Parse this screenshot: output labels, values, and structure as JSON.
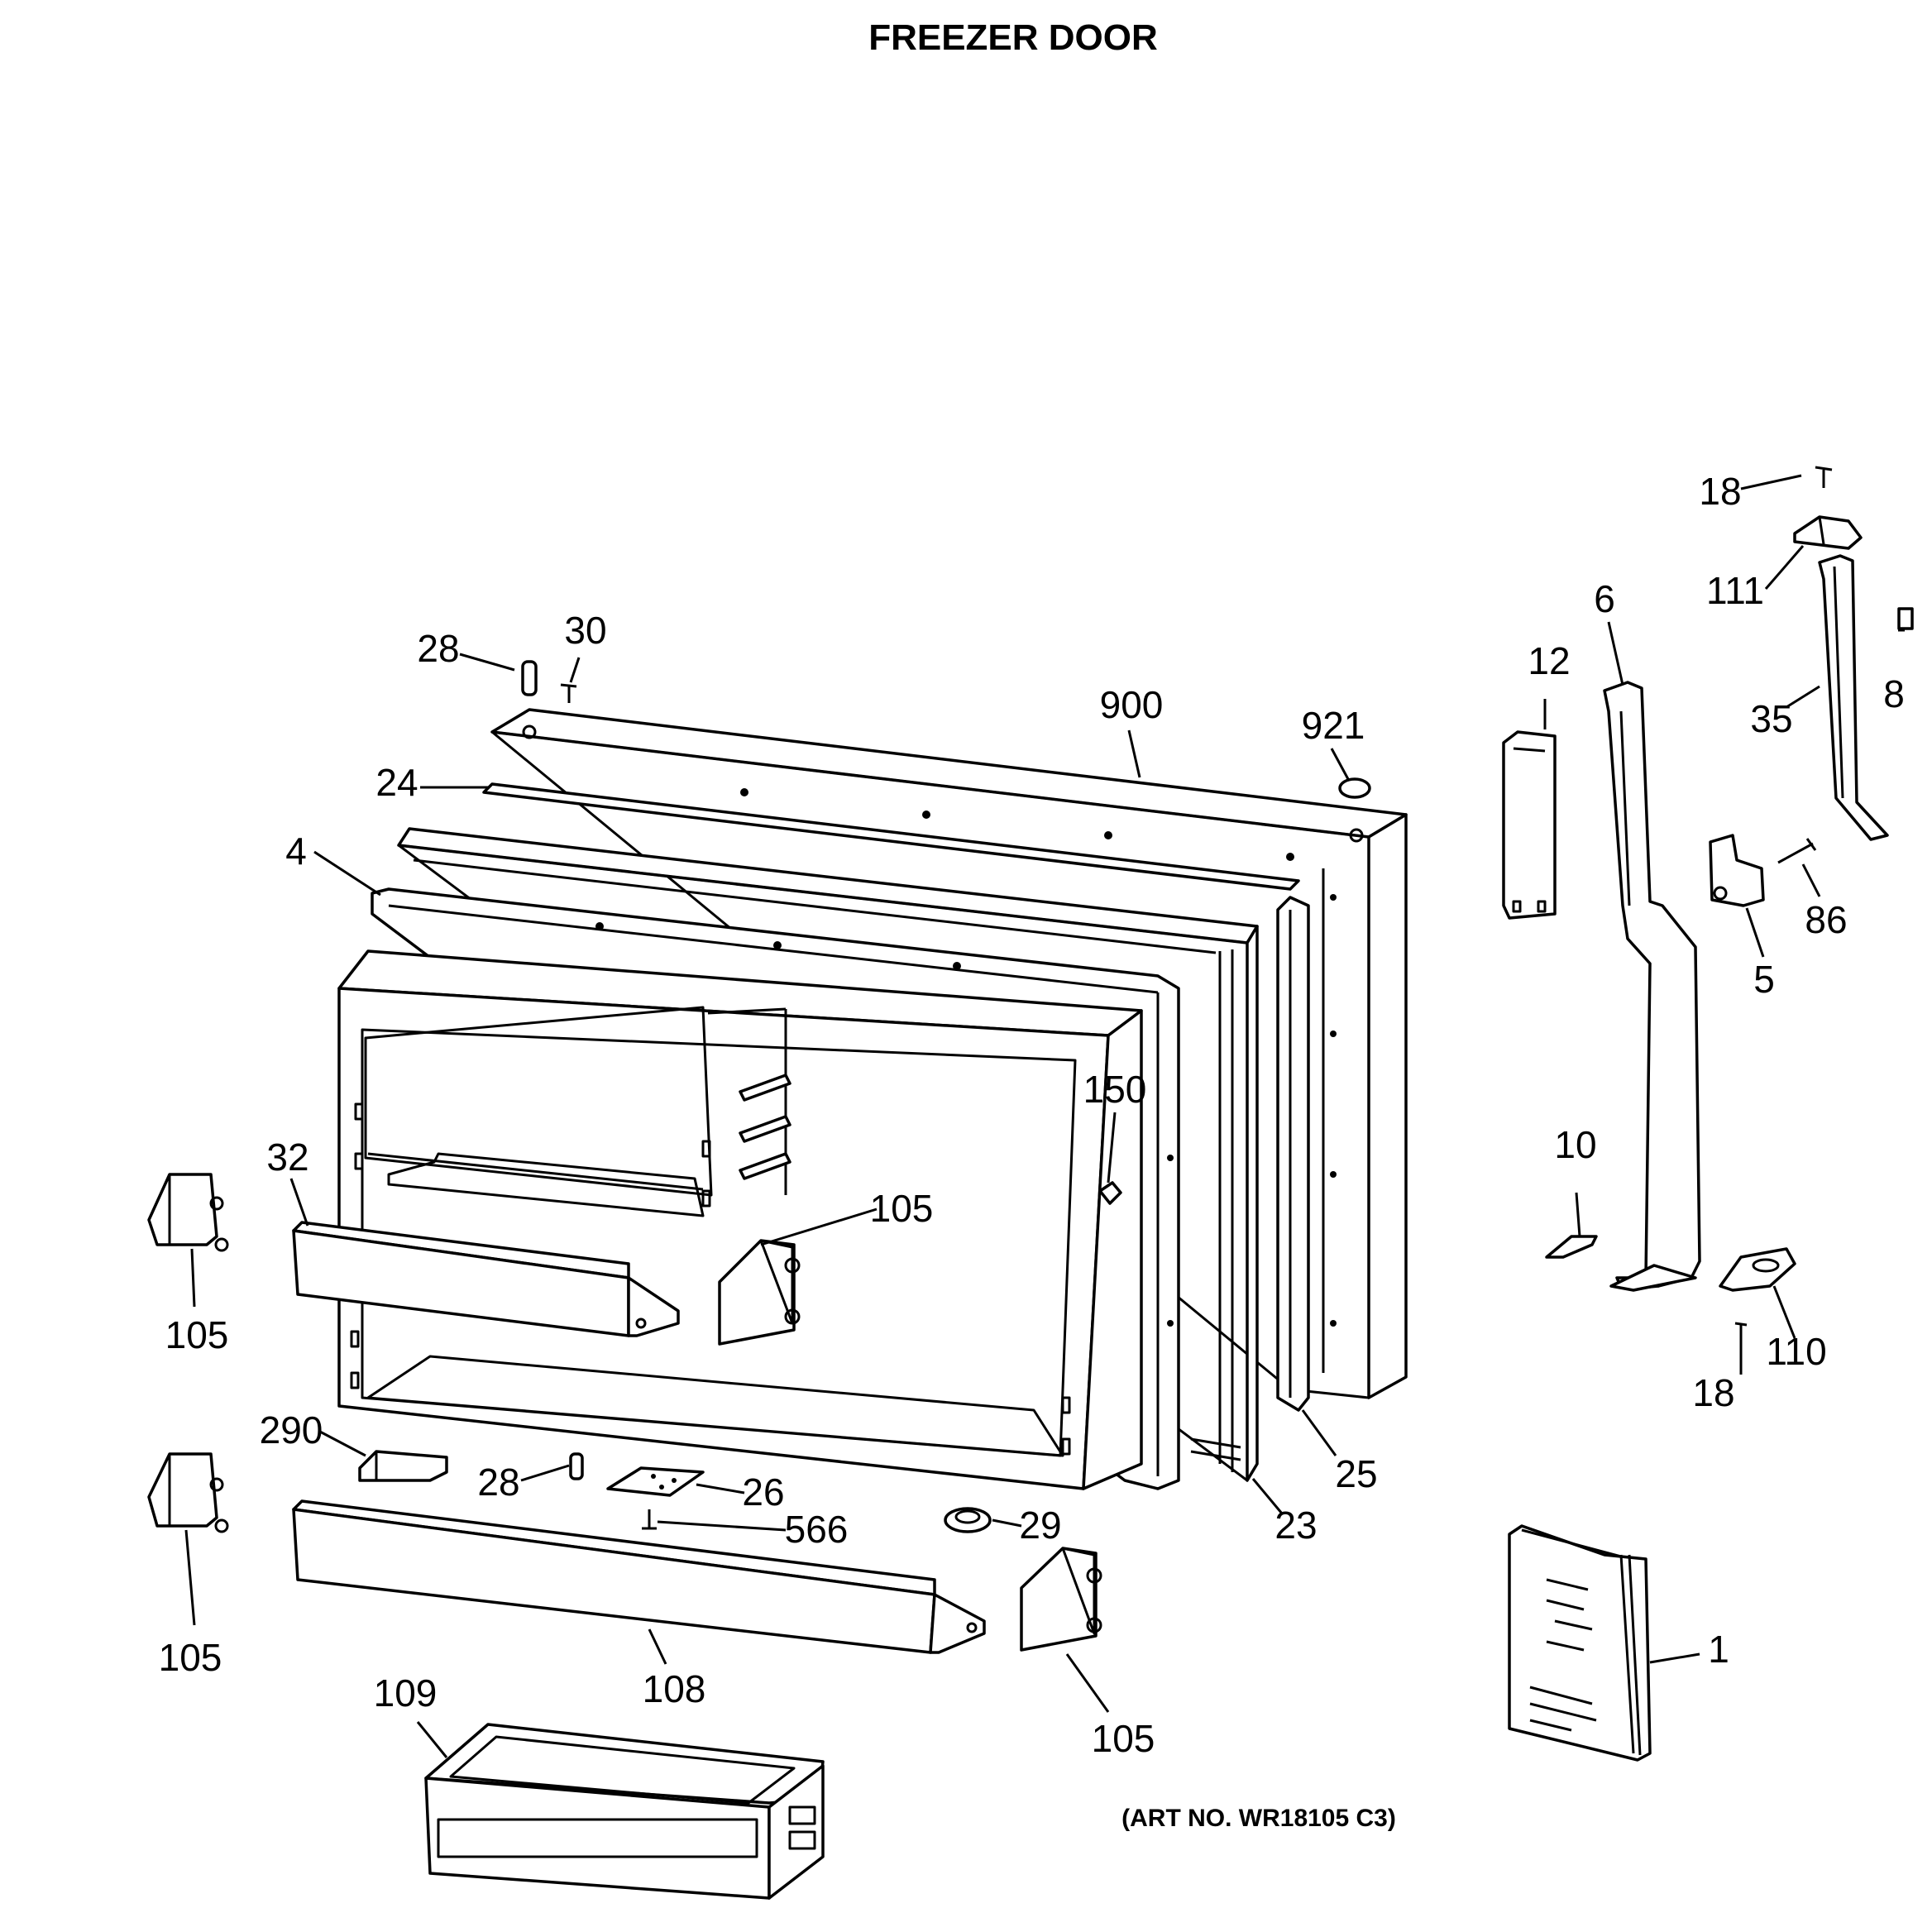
{
  "title": "FREEZER DOOR",
  "art_number": "(ART NO. WR18105 C3)",
  "callouts": {
    "c18a": "18",
    "c111": "111",
    "c6": "6",
    "c12": "12",
    "c8": "8",
    "c35": "35",
    "c86": "86",
    "c5": "5",
    "c28a": "28",
    "c30": "30",
    "c900": "900",
    "c921": "921",
    "c24": "24",
    "c4": "4",
    "c150": "150",
    "c32": "32",
    "c105a": "105",
    "c105b": "105",
    "c10": "10",
    "c110": "110",
    "c18b": "18",
    "c290": "290",
    "c28b": "28",
    "c26": "26",
    "c566": "566",
    "c29": "29",
    "c23": "23",
    "c25": "25",
    "c105c": "105",
    "c108": "108",
    "c105d": "105",
    "c109": "109",
    "c1": "1"
  }
}
